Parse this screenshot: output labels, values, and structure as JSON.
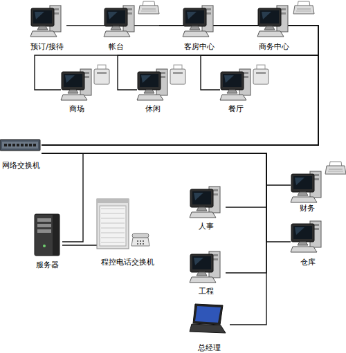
{
  "diagram": {
    "nodes": [
      {
        "text": [
          "预订/接待"
        ]
      },
      {
        "text": [
          "帐台"
        ]
      },
      {
        "text": [
          "客房中心"
        ]
      },
      {
        "text": [
          "商务中心"
        ]
      },
      {
        "text": [
          "商场"
        ]
      },
      {
        "text": [
          "休闲"
        ]
      },
      {
        "text": [
          "餐厅"
        ]
      },
      {
        "text": [
          "网络交换机"
        ]
      },
      {
        "text": [
          "财务"
        ]
      },
      {
        "text": [
          "人事"
        ]
      },
      {
        "text": [
          "服务器"
        ]
      },
      {
        "text": [
          "程控电话交换机"
        ]
      },
      {
        "text": [
          "仓库"
        ]
      },
      {
        "text": [
          "工程"
        ]
      },
      {
        "text": [
          "总经理"
        ]
      }
    ],
    "edges": [
      {
        "from": 7,
        "to": 0,
        "arrow": "none"
      },
      {
        "from": 7,
        "to": 1,
        "arrow": "none"
      },
      {
        "from": 7,
        "to": 2,
        "arrow": "none"
      },
      {
        "from": 7,
        "to": 3,
        "arrow": "none"
      },
      {
        "from": 7,
        "to": 4,
        "arrow": "none"
      },
      {
        "from": 7,
        "to": 5,
        "arrow": "none"
      },
      {
        "from": 7,
        "to": 6,
        "arrow": "none"
      },
      {
        "from": 7,
        "to": 8,
        "arrow": "none"
      },
      {
        "from": 7,
        "to": 9,
        "arrow": "none"
      },
      {
        "from": 7,
        "to": 10,
        "arrow": "none"
      },
      {
        "from": 10,
        "to": 11,
        "arrow": "none"
      },
      {
        "from": 7,
        "to": 12,
        "arrow": "none"
      },
      {
        "from": 7,
        "to": 13,
        "arrow": "none"
      },
      {
        "from": 7,
        "to": 14,
        "arrow": "none"
      }
    ]
  }
}
